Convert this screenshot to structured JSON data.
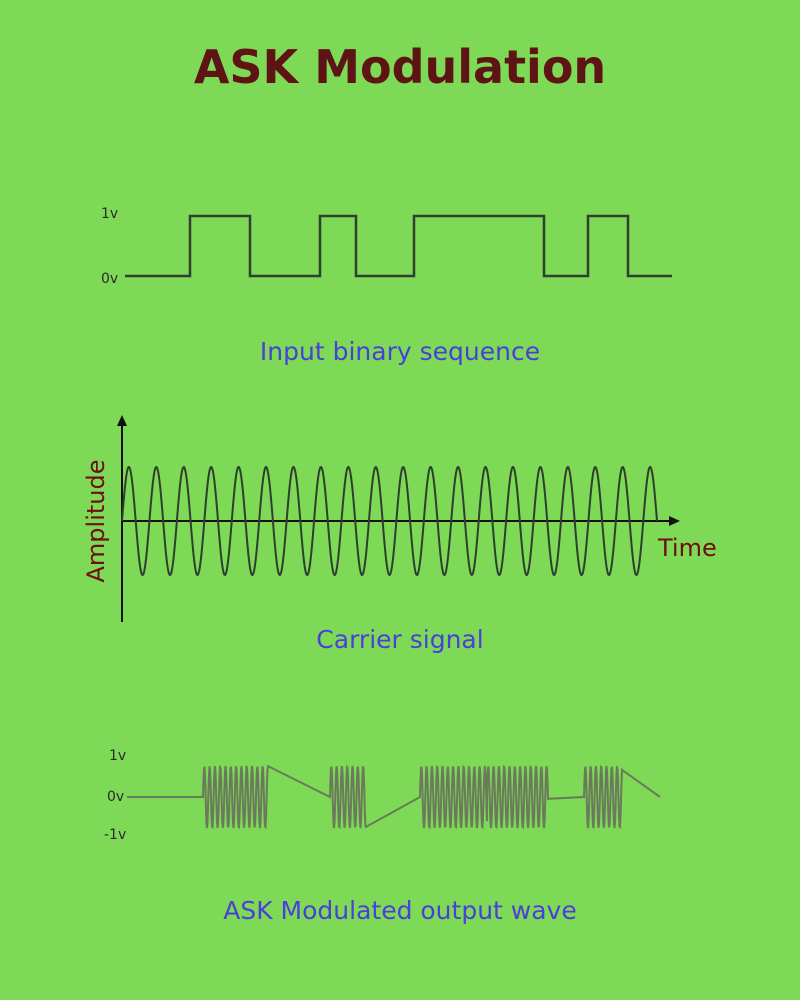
{
  "title": "ASK Modulation",
  "colors": {
    "background": "#7ed957",
    "title": "#5e1414",
    "caption": "#4a3fd8",
    "axis_text": "#6b0f0f",
    "waveform": "#2f3f2f",
    "modulated": "#6a7a5a"
  },
  "input_sequence": {
    "caption": "Input binary sequence",
    "high_label": "1v",
    "low_label": "0v",
    "bits": [
      0,
      1,
      0,
      1,
      0,
      1,
      1,
      0,
      1,
      0
    ]
  },
  "carrier": {
    "caption": "Carrier signal",
    "y_axis_label": "Amplitude",
    "x_axis_label": "Time"
  },
  "modulated": {
    "caption": "ASK Modulated output wave",
    "top_label": "1v",
    "mid_label": "0v",
    "bottom_label": "-1v"
  }
}
